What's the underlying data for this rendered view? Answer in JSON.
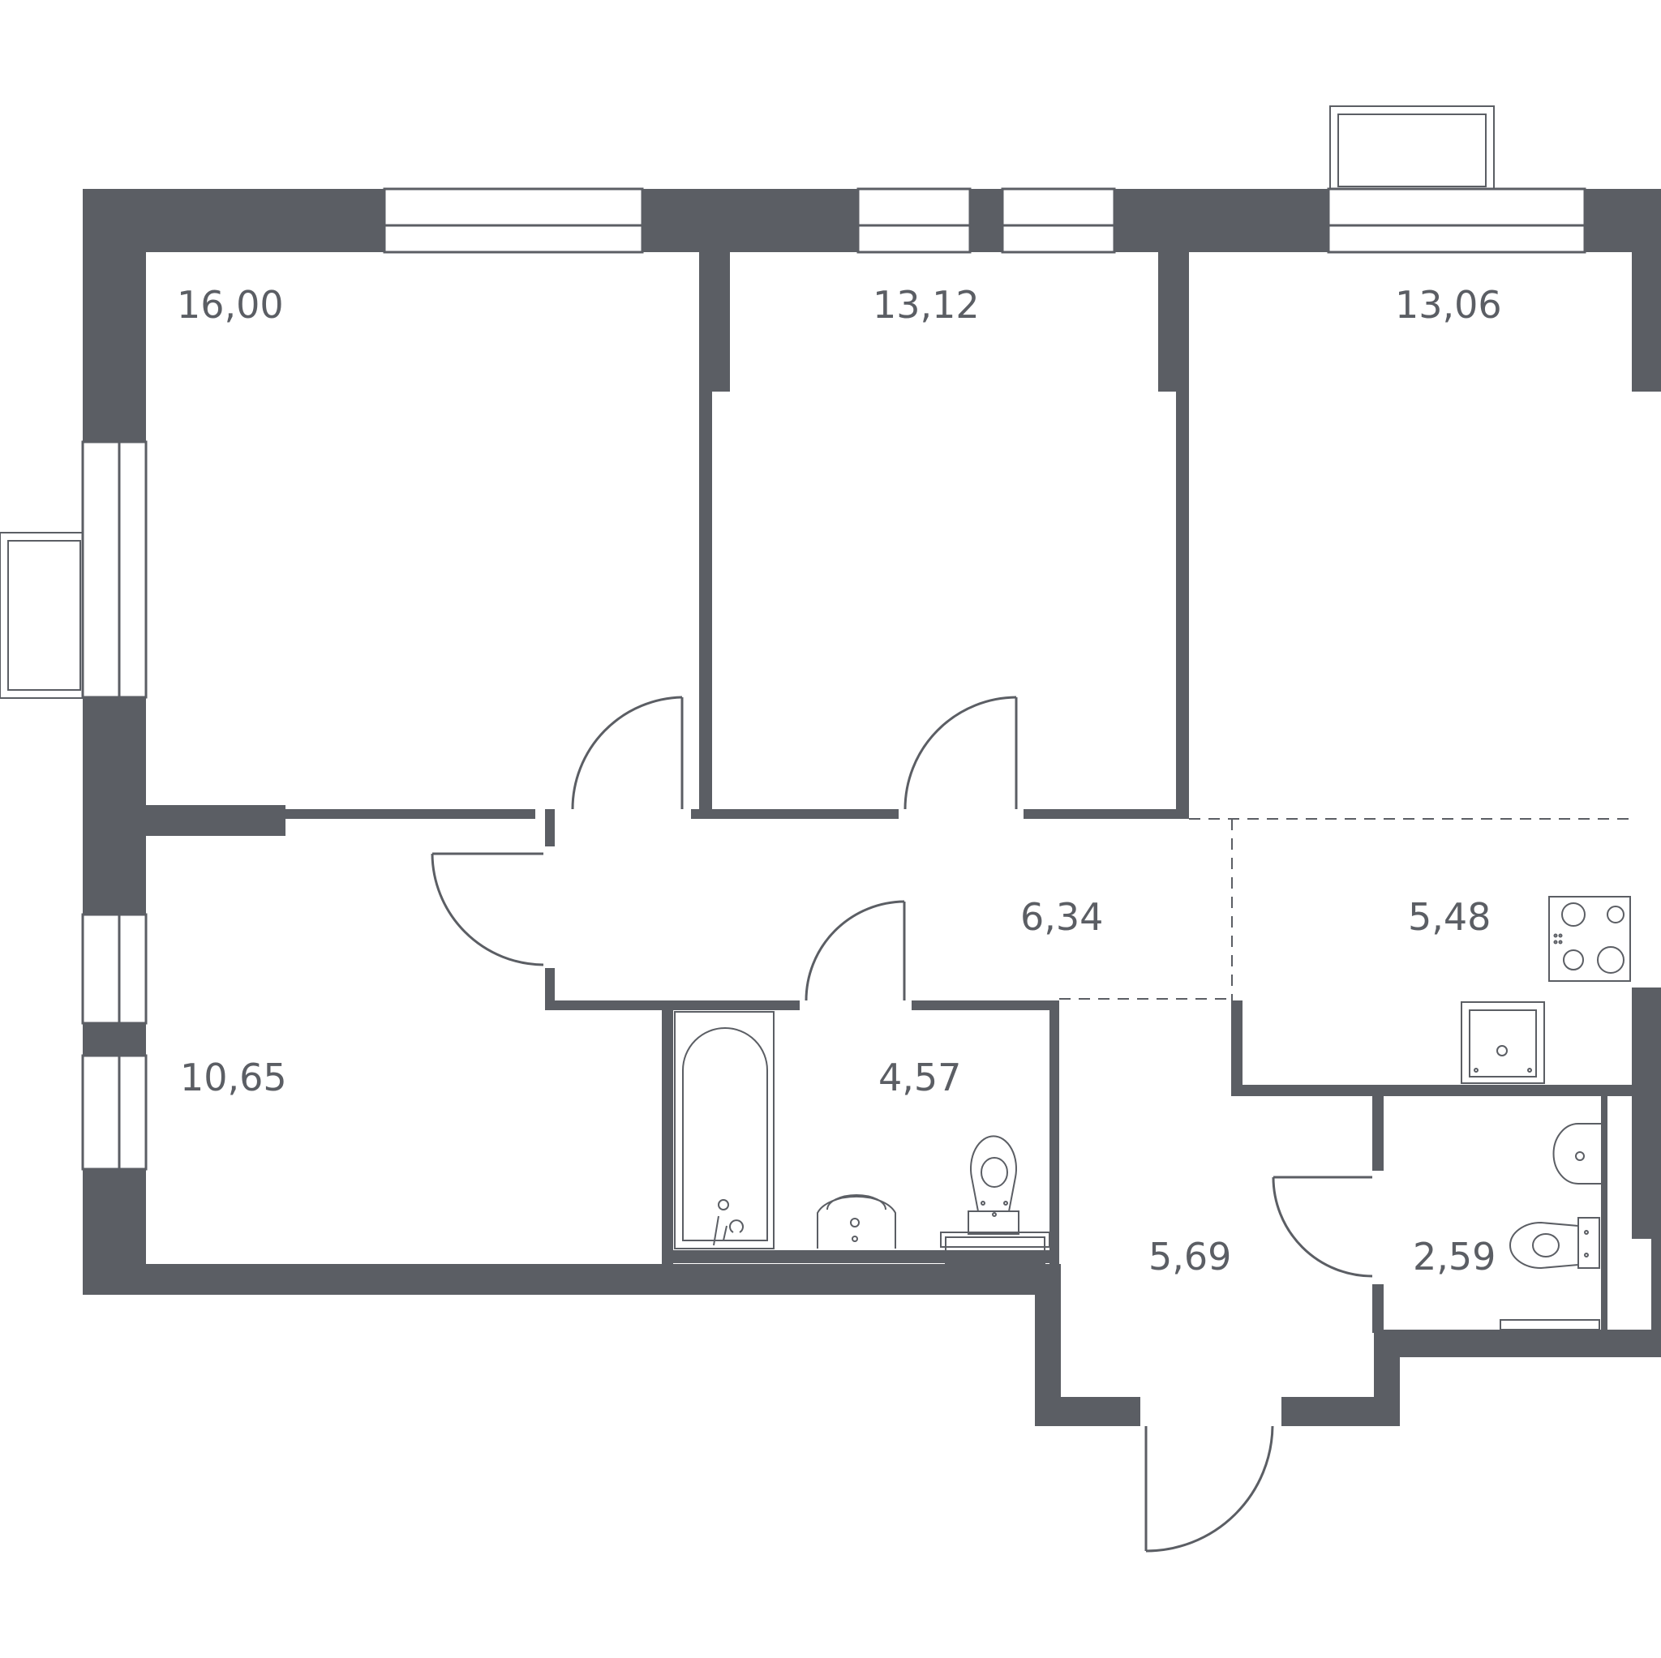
{
  "colors": {
    "wall": "#5b5e64",
    "background": "#ffffff"
  },
  "rooms": [
    {
      "id": "room-1",
      "area": "16,00"
    },
    {
      "id": "room-2",
      "area": "13,12"
    },
    {
      "id": "room-3",
      "area": "13,06"
    },
    {
      "id": "hall",
      "area": "6,34"
    },
    {
      "id": "kitchen",
      "area": "5,48"
    },
    {
      "id": "room-4",
      "area": "10,65"
    },
    {
      "id": "bathroom",
      "area": "4,57"
    },
    {
      "id": "entry",
      "area": "5,69"
    },
    {
      "id": "wc",
      "area": "2,59"
    }
  ],
  "fixtures": [
    "bathtub-icon",
    "sink-icon",
    "toilet-icon",
    "stove-icon",
    "kitchen-sink-icon",
    "wc-sink-icon",
    "wc-toilet-icon"
  ]
}
